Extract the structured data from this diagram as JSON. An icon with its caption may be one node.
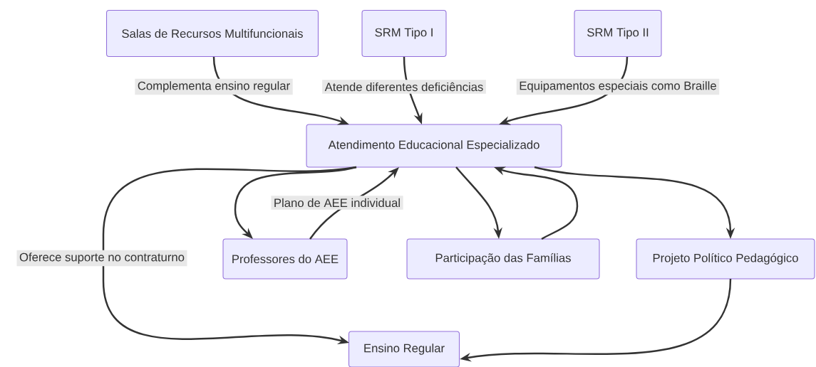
{
  "diagram": {
    "nodes": [
      {
        "text": [
          "Salas de Recursos Multifuncionais"
        ]
      },
      {
        "text": [
          "SRM Tipo I"
        ]
      },
      {
        "text": [
          "SRM Tipo II"
        ]
      },
      {
        "text": [
          "Atendimento Educacional Especializado"
        ]
      },
      {
        "text": [
          "Professores do AEE"
        ]
      },
      {
        "text": [
          "Participação das Famílias"
        ]
      },
      {
        "text": [
          "Projeto Político Pedagógico"
        ]
      },
      {
        "text": [
          "Ensino Regular"
        ]
      }
    ],
    "edges": [
      {
        "from": 0,
        "to": 3,
        "arrow": "to",
        "label": "Complementa ensino regular"
      },
      {
        "from": 1,
        "to": 3,
        "arrow": "to",
        "label": "Atende diferentes deficiências"
      },
      {
        "from": 2,
        "to": 3,
        "arrow": "to",
        "label": "Equipamentos especiais como Braille"
      },
      {
        "from": 3,
        "to": 7,
        "arrow": "to",
        "label": "Oferece suporte no contraturno"
      },
      {
        "from": 3,
        "to": 4,
        "arrow": "to"
      },
      {
        "from": 4,
        "to": 3,
        "arrow": "to",
        "label": "Plano de AEE individual"
      },
      {
        "from": 3,
        "to": 5,
        "arrow": "to"
      },
      {
        "from": 5,
        "to": 3,
        "arrow": "to"
      },
      {
        "from": 3,
        "to": 6,
        "arrow": "to"
      },
      {
        "from": 6,
        "to": 7,
        "arrow": "to"
      }
    ]
  }
}
